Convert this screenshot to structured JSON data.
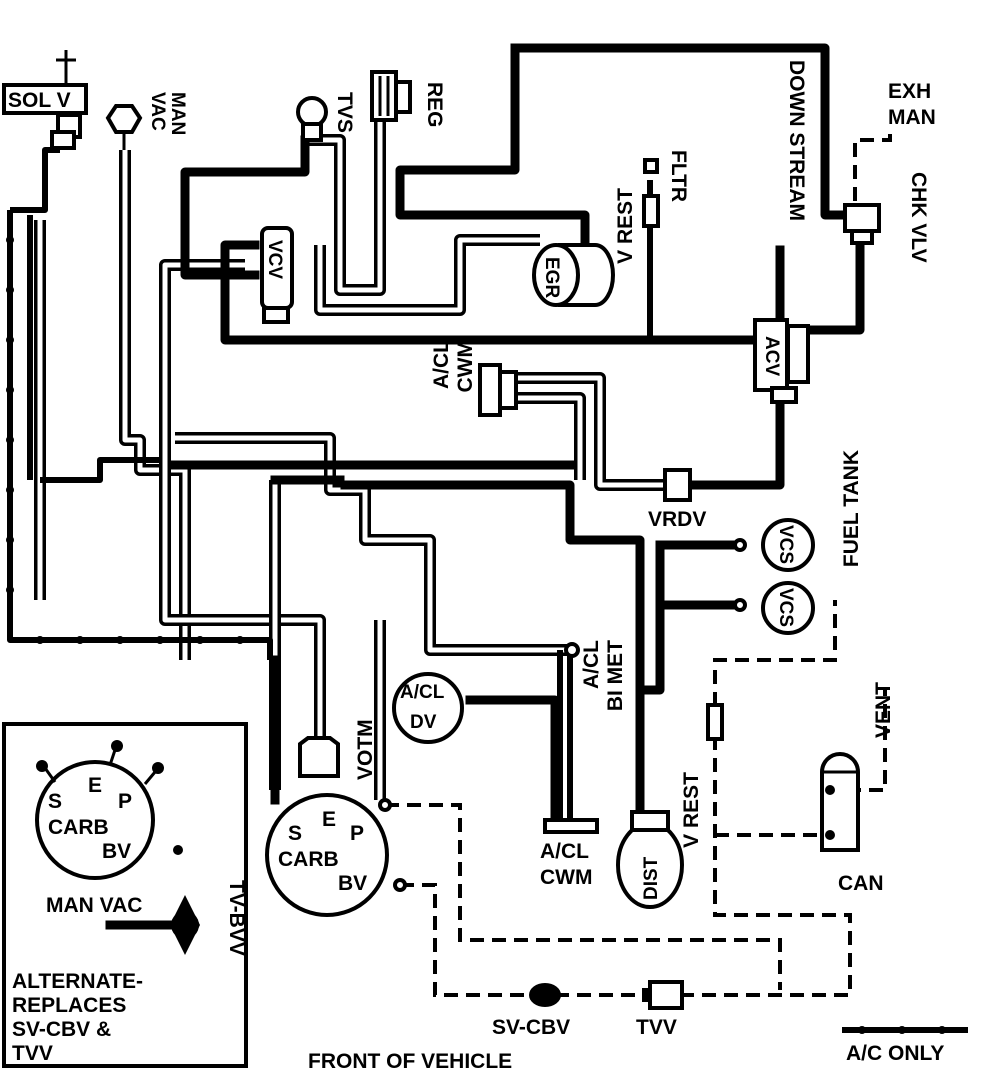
{
  "labels": {
    "sol_v": "SOL V",
    "man_vac": [
      "MAN",
      "VAC"
    ],
    "tvs": "TVS",
    "reg": "REG",
    "vcv": "VCV",
    "egr": "EGR",
    "v_rest_top": "V REST",
    "fltr": "FLTR",
    "down_stream": "DOWN STREAM",
    "exh_man": [
      "EXH",
      "MAN"
    ],
    "chk_vlv": "CHK VLV",
    "acv": "ACV",
    "acl_cwm_top": [
      "A/CL",
      "CWM"
    ],
    "vrdv": "VRDV",
    "fuel_tank": "FUEL TANK",
    "vcs_upper": "VCS",
    "vcs_lower": "VCS",
    "acl_bimet": [
      "A/CL",
      "BI MET"
    ],
    "vent": "VENT",
    "v_rest_right": "V REST",
    "acl_dv": [
      "A/CL",
      "DV"
    ],
    "votm": "VOTM",
    "carb_main": {
      "s": "S",
      "e": "E",
      "p": "P",
      "carb": "CARB",
      "bv": "BV"
    },
    "acl_cwm_bottom": [
      "A/CL",
      "CWM"
    ],
    "dist": "DIST",
    "can": "CAN",
    "sv_cbv": "SV-CBV",
    "tvv": "TVV",
    "front_of_vehicle": "FRONT OF VEHICLE",
    "ac_only": "A/C ONLY"
  },
  "inset": {
    "carb": {
      "s": "S",
      "e": "E",
      "p": "P",
      "carb": "CARB",
      "bv": "BV"
    },
    "man_vac": "MAN VAC",
    "tv_bvv": "TV-BVV",
    "note": [
      "ALTERNATE-",
      "REPLACES",
      "SV-CBV &",
      "TVV"
    ]
  }
}
